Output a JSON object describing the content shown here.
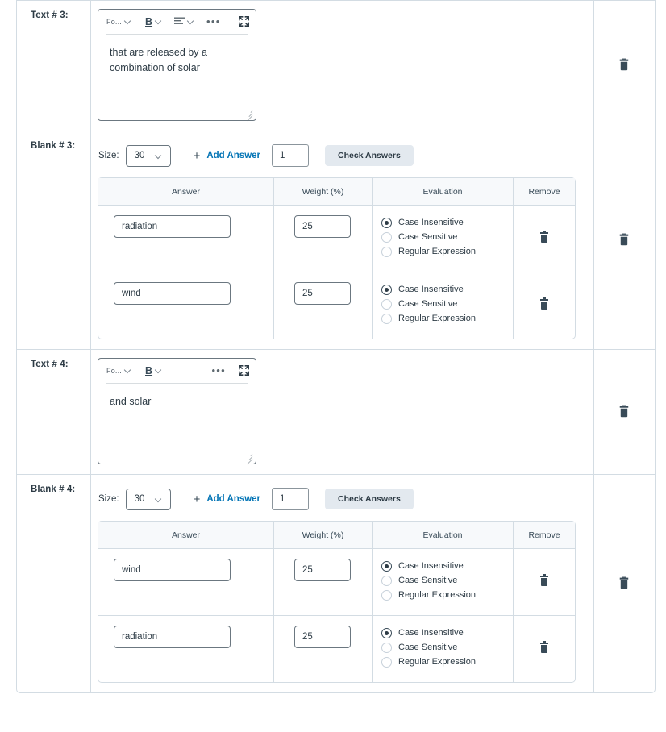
{
  "colors": {
    "border": "#d3dce3",
    "link": "#0374b5",
    "button_bg": "#e3e9ef",
    "header_bg": "#f7f9fb",
    "text": "#2d3b45",
    "input_border": "#6b7780"
  },
  "answers_table": {
    "columns": [
      "Answer",
      "Weight (%)",
      "Evaluation",
      "Remove"
    ]
  },
  "evaluation_options": [
    "Case Insensitive",
    "Case Sensitive",
    "Regular Expression"
  ],
  "editor_toolbar": {
    "font_label": "Fo...",
    "bold_label": "B",
    "more_label": "•••",
    "icons": [
      "font-dropdown-icon",
      "bold-icon",
      "align-left-icon",
      "more-options-icon",
      "expand-icon"
    ]
  },
  "blank_controls": {
    "size_label": "Size:",
    "size_value": "30",
    "plus_label": "+",
    "add_answer_label": "Add Answer",
    "add_count_value": "1",
    "check_answers_label": "Check Answers"
  },
  "rows": [
    {
      "kind": "text",
      "label": "Text # 3:",
      "content": "that are released by a combination of solar",
      "has_align_icon": true
    },
    {
      "kind": "blank",
      "label": "Blank # 3:",
      "answers": [
        {
          "answer": "radiation",
          "weight": "25",
          "evaluation": "Case Insensitive"
        },
        {
          "answer": "wind",
          "weight": "25",
          "evaluation": "Case Insensitive"
        }
      ]
    },
    {
      "kind": "text",
      "label": "Text # 4:",
      "content": "and solar",
      "has_align_icon": false
    },
    {
      "kind": "blank",
      "label": "Blank # 4:",
      "answers": [
        {
          "answer": "wind",
          "weight": "25",
          "evaluation": "Case Insensitive"
        },
        {
          "answer": "radiation",
          "weight": "25",
          "evaluation": "Case Insensitive"
        }
      ]
    }
  ]
}
